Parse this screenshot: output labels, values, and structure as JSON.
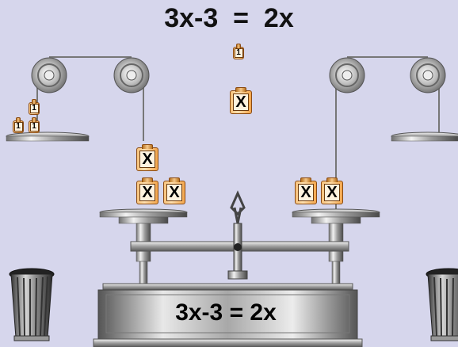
{
  "equation_title": "3x-3  =  2x",
  "plaque_equation": "3x-3 = 2x",
  "weights": {
    "x_label": "X",
    "one_label": "1"
  }
}
